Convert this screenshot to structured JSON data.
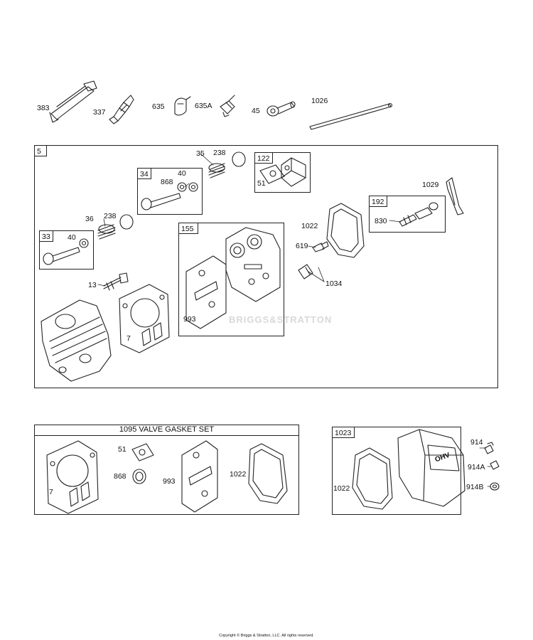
{
  "watermark": "BRIGGS&STRATTON",
  "footer": "Copyright © Briggs & Stratton, LLC. All rights reserved.",
  "top_parts": [
    "383",
    "337",
    "635",
    "635A",
    "45",
    "1026"
  ],
  "head_group": {
    "tag": "5",
    "labels": [
      "35",
      "238",
      "34",
      "868",
      "40",
      "122",
      "51",
      "1029",
      "36",
      "238",
      "192",
      "830",
      "33",
      "40",
      "155",
      "1022",
      "619",
      "1034",
      "13",
      "993",
      "7"
    ]
  },
  "gasket_set": {
    "title": "1095 VALVE GASKET SET",
    "labels": [
      "51",
      "868",
      "7",
      "993",
      "1022"
    ]
  },
  "cover_group": {
    "tag": "1023",
    "labels": [
      "1022",
      "914",
      "914A",
      "914B"
    ],
    "logo": "OHV"
  }
}
